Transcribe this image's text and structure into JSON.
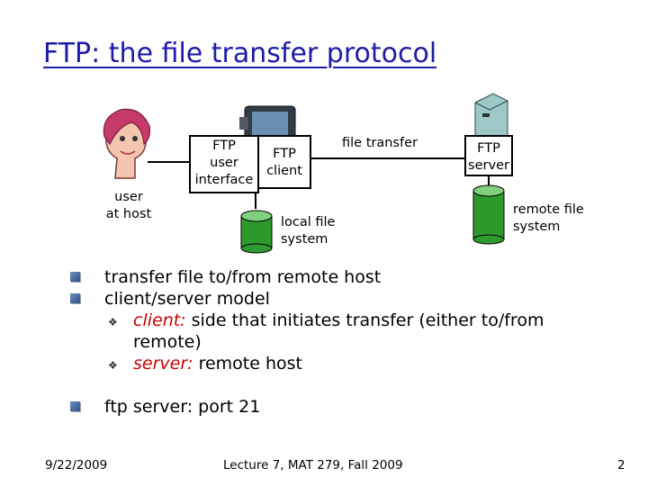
{
  "slide": {
    "title": "FTP: the file transfer protocol",
    "diagram": {
      "user_caption_line1": "user",
      "user_caption_line2": "at host",
      "ftp_ui_line1": "FTP",
      "ftp_ui_line2": "user",
      "ftp_ui_line3": "interface",
      "ftp_client_line1": "FTP",
      "ftp_client_line2": "client",
      "file_transfer": "file transfer",
      "ftp_server_line1": "FTP",
      "ftp_server_line2": "server",
      "local_fs_line1": "local file",
      "local_fs_line2": "system",
      "remote_fs_line1": "remote file",
      "remote_fs_line2": "system"
    },
    "bullets": {
      "b1": "transfer file to/from remote host",
      "b2": "client/server model",
      "s1_term": "client:",
      "s1_text": " side that initiates transfer (either to/from",
      "s1_cont": "remote)",
      "s2_term": "server:",
      "s2_text": " remote host",
      "b3": "ftp server: port 21"
    },
    "footer": {
      "date": "9/22/2009",
      "center": "Lecture 7, MAT 279, Fall 2009",
      "page": "2"
    }
  }
}
